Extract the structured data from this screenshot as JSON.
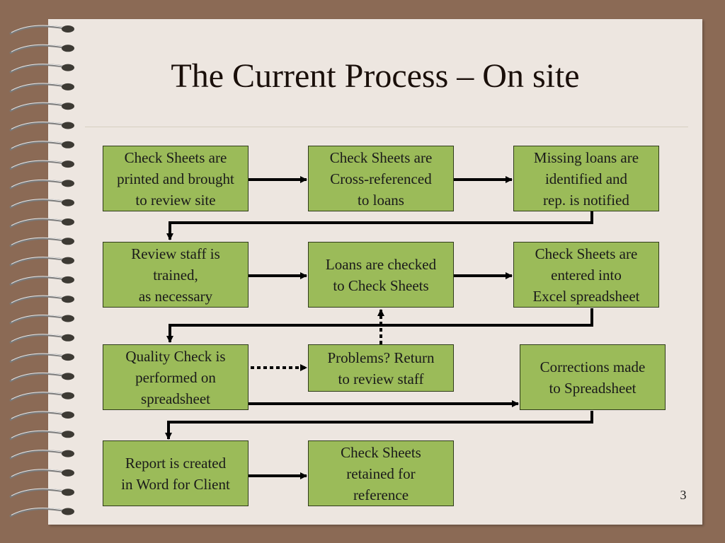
{
  "slide": {
    "title": "The Current Process – On site",
    "page_number": "3"
  },
  "steps": {
    "print_check_sheets": "Check Sheets are\nprinted and brought\nto review site",
    "cross_reference": "Check Sheets are\nCross-referenced\nto loans",
    "missing_loans": "Missing loans are\nidentified and\nrep. is notified",
    "staff_trained": "Review staff is\ntrained,\nas necessary",
    "loans_checked": "Loans are checked\nto Check Sheets",
    "entered_excel": "Check Sheets are\nentered into\nExcel spreadsheet",
    "quality_check": "Quality Check is\nperformed on\nspreadsheet",
    "problems_return": "Problems? Return\nto review staff",
    "corrections": "Corrections made\nto Spreadsheet",
    "report_created": "Report is created\nin Word for Client",
    "retained": "Check Sheets\nretained for\nreference"
  },
  "colors": {
    "box_fill": "#9bbb59",
    "box_border": "#2f3b1a",
    "page": "#ede6e0",
    "frame": "#8b6a55",
    "arrow": "#000000"
  }
}
